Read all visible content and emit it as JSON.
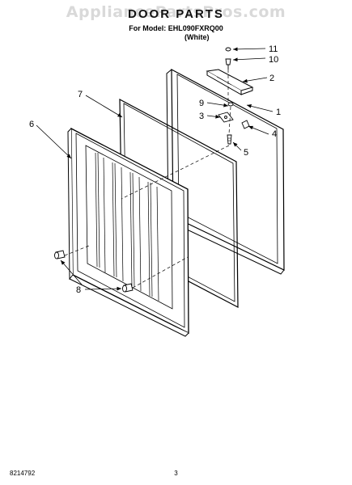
{
  "watermark": "AppliancePartsPros.com",
  "title": "DOOR PARTS",
  "model_line": "For Model: EHL090FXRQ00",
  "color_line": "(White)",
  "callouts": {
    "c1": "1",
    "c2": "2",
    "c3": "3",
    "c4": "4",
    "c5": "5",
    "c6": "6",
    "c7": "7",
    "c8": "8",
    "c9": "9",
    "c10": "10",
    "c11": "11"
  },
  "footer": {
    "doc_number": "8214792",
    "page_number": "3"
  }
}
